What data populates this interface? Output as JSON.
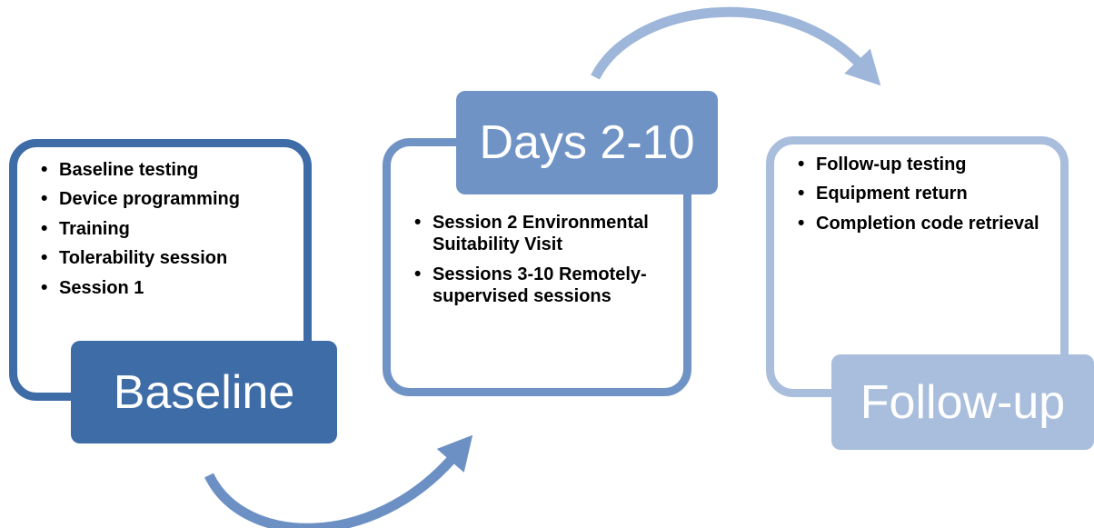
{
  "diagram": {
    "phases": [
      {
        "title": "Baseline",
        "bullets": [
          "Baseline testing",
          "Device programming",
          "Training",
          "Tolerability session",
          "Session 1"
        ]
      },
      {
        "title": "Days 2-10",
        "bullets": [
          "Session 2 Environmental Suitability Visit",
          "Sessions 3-10 Remotely-supervised sessions"
        ]
      },
      {
        "title": "Follow-up",
        "bullets": [
          "Follow-up testing",
          "Equipment return",
          "Completion code retrieval"
        ]
      }
    ],
    "colors": {
      "dark": "#3E6CA6",
      "medium": "#7093C6",
      "light": "#A9BEDC",
      "arrow_bottom": "#6C90C4",
      "arrow_top": "#9DB6D9"
    }
  }
}
